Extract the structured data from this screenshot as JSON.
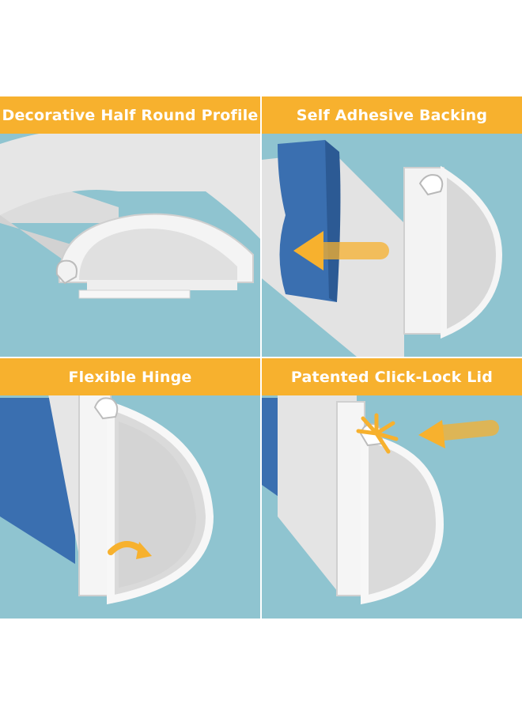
{
  "panels": [
    {
      "title": "Decorative Half Round Profile"
    },
    {
      "title": "Self Adhesive Backing"
    },
    {
      "title": "Flexible Hinge"
    },
    {
      "title": "Patented Click-Lock Lid"
    }
  ],
  "colors": {
    "background": "#8fc4d0",
    "banner": "#f7b12e",
    "channel": "#ececec",
    "adhesive_tape": "#3a6fb0",
    "arrow": "#f7b12e"
  }
}
